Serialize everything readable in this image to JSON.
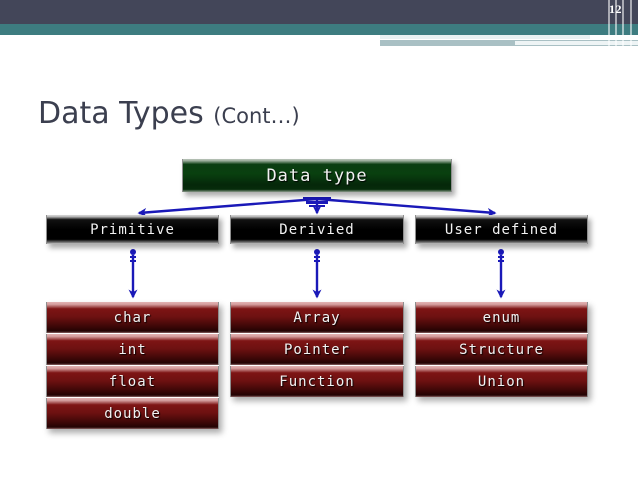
{
  "slide": {
    "page_number": "12",
    "title_main": "Data Types",
    "title_suffix": "(Cont…)"
  },
  "colors": {
    "header_dark": "#434659",
    "header_teal": "#3d7c80",
    "header_light": "#a9c0c4",
    "title_text": "#3b3f4f",
    "root_box": "#093f0f",
    "category_box": "#000000",
    "leaf_box": "#6d1111",
    "arrow": "#1a19b8",
    "page_background": "#ffffff"
  },
  "chart_data": {
    "type": "diagram",
    "title": "Data type",
    "root": {
      "label": "Data type"
    },
    "categories": [
      {
        "label": "Primitive",
        "leaves": [
          "char",
          "int",
          "float",
          "double"
        ]
      },
      {
        "label": "Derivied",
        "leaves": [
          "Array",
          "Pointer",
          "Function"
        ]
      },
      {
        "label": "User defined",
        "leaves": [
          "enum",
          "Structure",
          "Union"
        ]
      }
    ]
  },
  "diagram": {
    "root": {
      "label": "Data type"
    },
    "col1": {
      "category": "Primitive",
      "leaf0": "char",
      "leaf1": "int",
      "leaf2": "float",
      "leaf3": "double"
    },
    "col2": {
      "category": "Derivied",
      "leaf0": "Array",
      "leaf1": "Pointer",
      "leaf2": "Function"
    },
    "col3": {
      "category": "User defined",
      "leaf0": "enum",
      "leaf1": "Structure",
      "leaf2": "Union"
    }
  }
}
